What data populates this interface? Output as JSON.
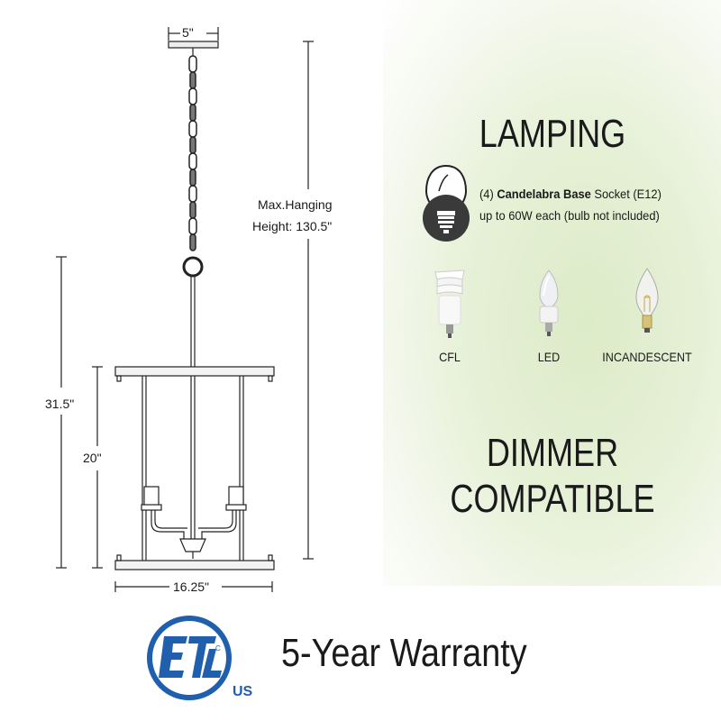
{
  "dimensions": {
    "canopy_width": "5\"",
    "max_hanging_line1": "Max.Hanging",
    "max_hanging_line2": "Height: 130.5\"",
    "overall_height": "31.5\"",
    "body_height": "20\"",
    "body_width": "16.25\""
  },
  "lamping": {
    "title": "LAMPING",
    "line1_prefix": "(4) ",
    "line1_bold": "Candelabra Base",
    "line1_suffix": " Socket (E12)",
    "line2": "up to 60W each (bulb not included)",
    "bulbs": [
      {
        "label": "CFL",
        "icon": "cfl-bulb-icon"
      },
      {
        "label": "LED",
        "icon": "led-bulb-icon"
      },
      {
        "label": "INCANDESCENT",
        "icon": "incandescent-bulb-icon"
      }
    ]
  },
  "dimmer": {
    "line1": "DIMMER",
    "line2": "COMPATIBLE"
  },
  "certification": {
    "logo_text": "ETL",
    "logo_sub": "US",
    "logo_c": "C"
  },
  "warranty": "5-Year Warranty",
  "colors": {
    "etl_blue": "#1f5fae",
    "panel_green": "#dcebc8",
    "text": "#1a1a1a"
  }
}
